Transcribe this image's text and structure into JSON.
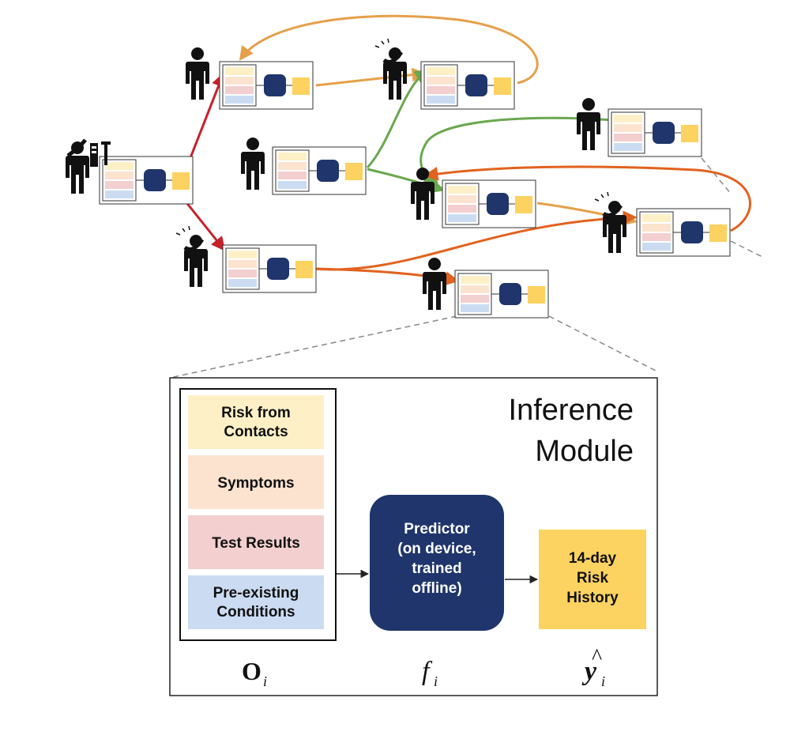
{
  "colors": {
    "contacts": "#fdf0c7",
    "symptoms": "#fbe3cf",
    "tests": "#f3cfd0",
    "conditions": "#cbdcf2",
    "predictor": "#1f356b",
    "output": "#fcd260",
    "edge_red": "#c8202a",
    "edge_orange": "#e6a04a",
    "edge_green": "#6aa84f",
    "edge_dark_orange": "#e2621f",
    "dashed": "#888888"
  },
  "network": {
    "node_icon": "person-icon",
    "symptomatic_icon": "sick-person-icon",
    "tested_icon": "tested-person-icon"
  },
  "inference_module": {
    "title_line1": "Inference",
    "title_line2": "Module",
    "inputs": {
      "contacts": [
        "Risk from",
        "Contacts"
      ],
      "symptoms": [
        "Symptoms"
      ],
      "tests": [
        "Test Results"
      ],
      "conditions": [
        "Pre-existing",
        "Conditions"
      ]
    },
    "predictor": [
      "Predictor",
      "(on device,",
      "trained",
      "offline)"
    ],
    "output": [
      "14-day",
      "Risk",
      "History"
    ],
    "symbols": {
      "input": "O",
      "function": "f",
      "prediction": "y",
      "hat": "^",
      "subscript": "i"
    }
  }
}
